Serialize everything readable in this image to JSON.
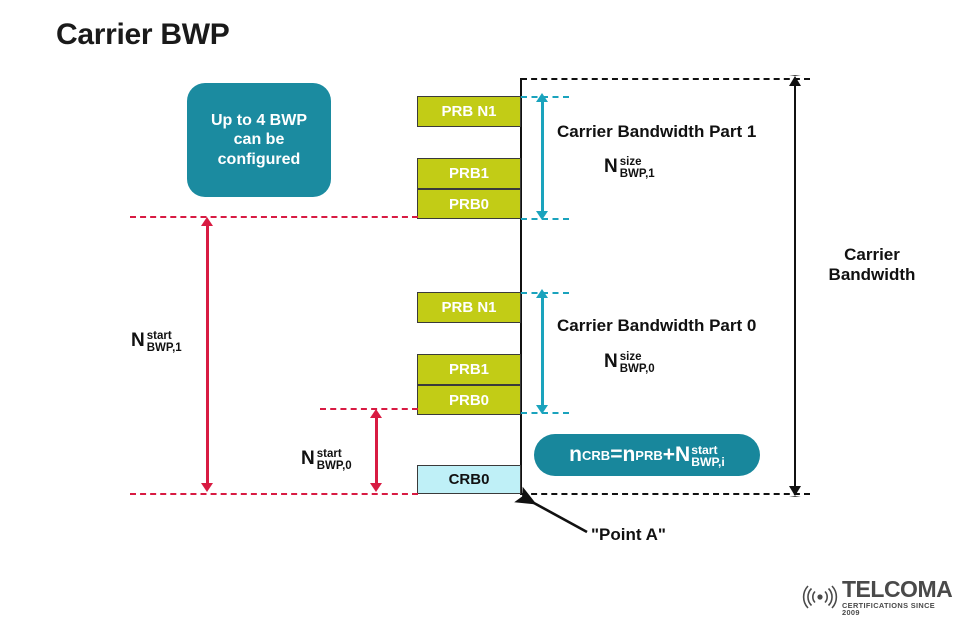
{
  "slide": {
    "title": "Carrier BWP",
    "background": "#ffffff"
  },
  "colors": {
    "teal_box": "#1b8ba0",
    "teal_line": "#1aa3bd",
    "prb_block": "#c2cc16",
    "crb_block": "#bff0f7",
    "red_dash": "#d81b42",
    "black": "#111111"
  },
  "callout": {
    "line1": "Up to 4 BWP",
    "line2": "can be",
    "line3": "configured"
  },
  "blocks": {
    "bwp1": [
      {
        "label": "PRB N1",
        "type": "prb"
      },
      {
        "label": "PRB1",
        "type": "prb"
      },
      {
        "label": "PRB0",
        "type": "prb"
      }
    ],
    "bwp0": [
      {
        "label": "PRB N1",
        "type": "prb"
      },
      {
        "label": "PRB1",
        "type": "prb"
      },
      {
        "label": "PRB0",
        "type": "prb"
      }
    ],
    "point_a": [
      {
        "label": "CRB0",
        "type": "crb"
      }
    ]
  },
  "bwp1": {
    "title": "Carrier Bandwidth Part 1",
    "size_base": "N",
    "size_sup": "size",
    "size_sub": "BWP,1"
  },
  "bwp0": {
    "title": "Carrier Bandwidth Part 0",
    "size_base": "N",
    "size_sup": "size",
    "size_sub": "BWP,0"
  },
  "start_labels": {
    "bwp1": {
      "base": "N",
      "sup": "start",
      "sub": "BWP,1"
    },
    "bwp0": {
      "base": "N",
      "sup": "start",
      "sub": "BWP,0"
    }
  },
  "carrier_bandwidth": {
    "line1": "Carrier",
    "line2": "Bandwidth"
  },
  "formula": {
    "lhs": "n",
    "lhs_sub": "CRB",
    "eq": "=n",
    "rhs_sub": "PRB",
    "plus": "+N",
    "rhs_sup": "start",
    "rhs_sub2": "BWP,i"
  },
  "point_a": {
    "label": "\"Point A\""
  },
  "logo": {
    "name": "TELCOMA",
    "tagline": "CERTIFICATIONS SINCE 2009"
  }
}
